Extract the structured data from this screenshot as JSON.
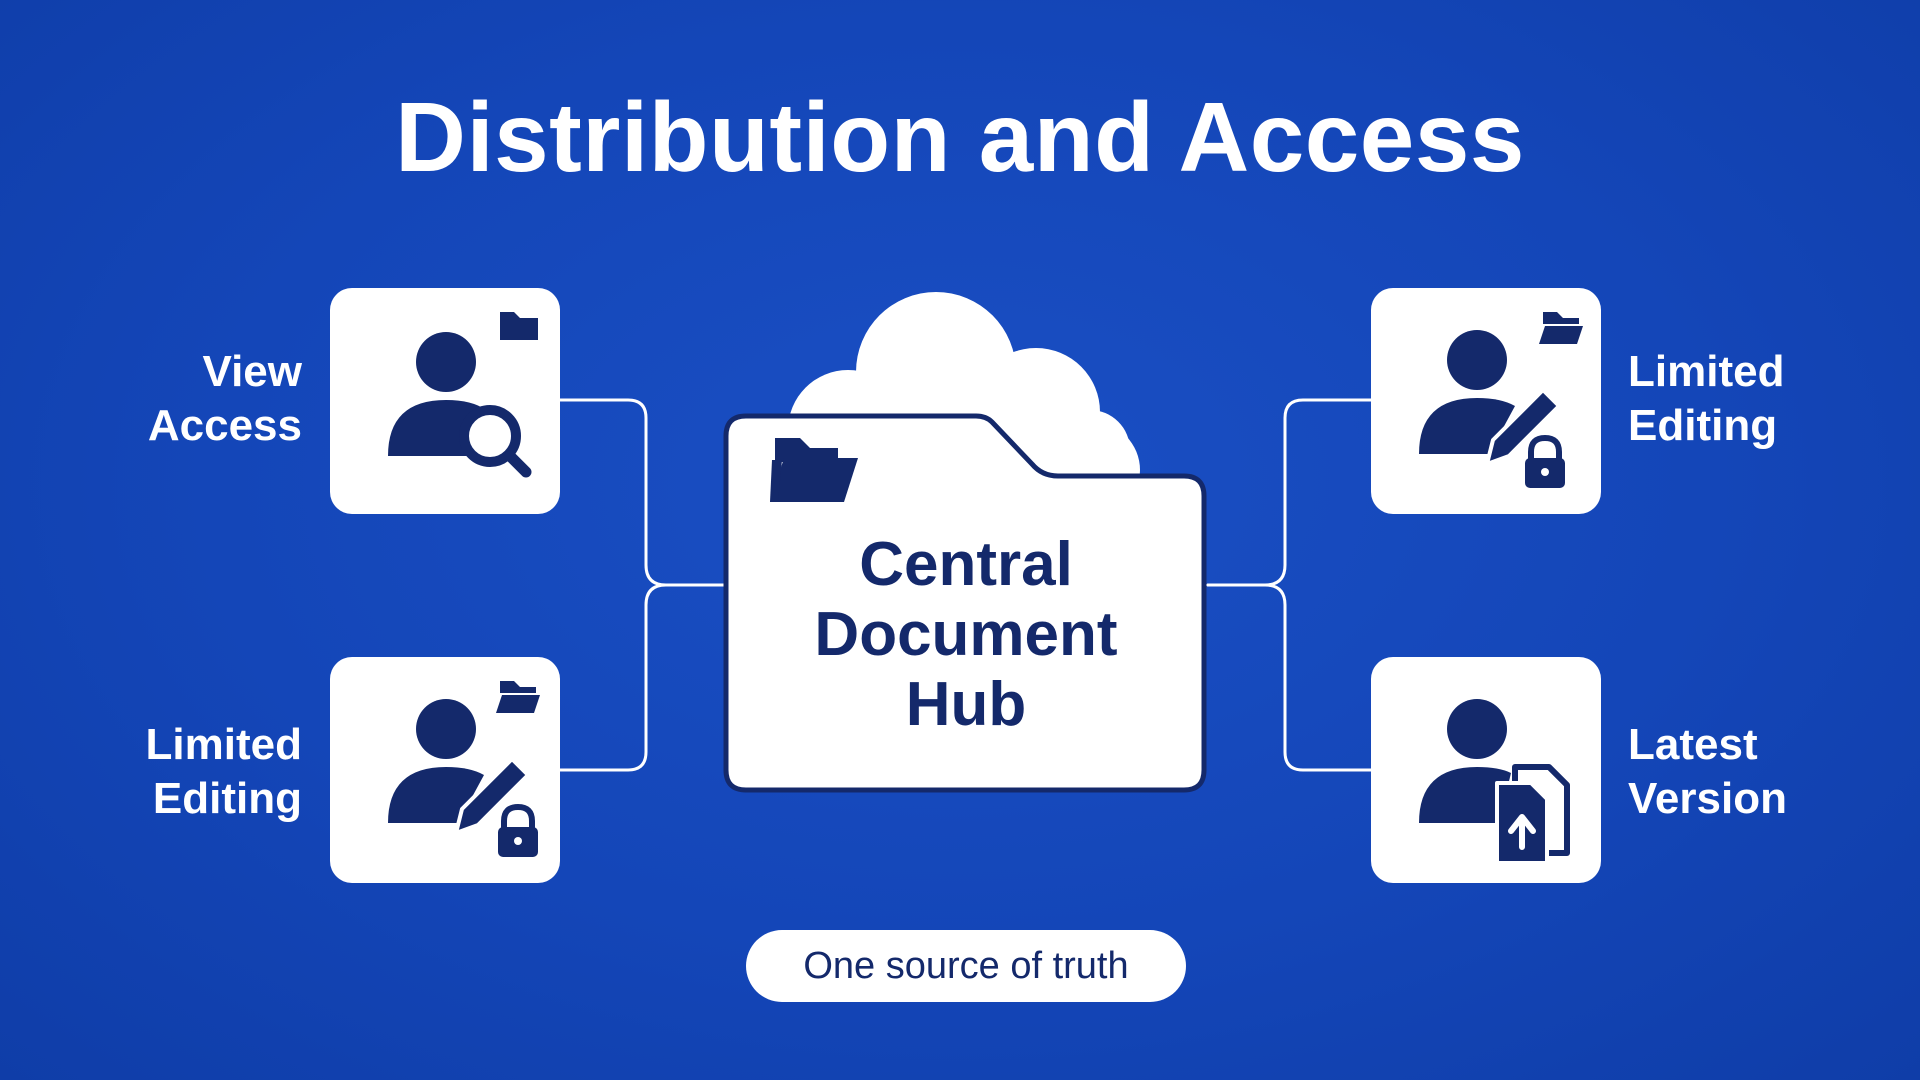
{
  "title": "Distribution and Access",
  "colors": {
    "background": "#1446b8",
    "card": "#ffffff",
    "icon": "#14296b",
    "text_light": "#ffffff",
    "text_dark": "#14296b"
  },
  "hub": {
    "lines": [
      "Central",
      "Document",
      "Hub"
    ],
    "icons": [
      "cloud-icon",
      "folder-icon",
      "open-folder-icon"
    ]
  },
  "nodes": [
    {
      "label_lines": [
        "View",
        "Access"
      ],
      "icons": [
        "user-icon",
        "magnifier-icon",
        "folder-icon"
      ]
    },
    {
      "label_lines": [
        "Limited",
        "Editing"
      ],
      "icons": [
        "user-icon",
        "pencil-icon",
        "lock-icon",
        "open-folder-icon"
      ]
    },
    {
      "label_lines": [
        "Limited",
        "Editing"
      ],
      "icons": [
        "user-icon",
        "pencil-icon",
        "lock-icon",
        "open-folder-icon"
      ]
    },
    {
      "label_lines": [
        "Latest",
        "Version"
      ],
      "icons": [
        "user-icon",
        "document-upload-icon"
      ]
    }
  ],
  "footer": {
    "tagline": "One source of truth"
  }
}
